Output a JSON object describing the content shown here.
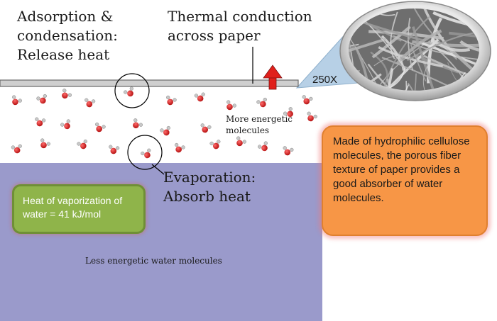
{
  "labels": {
    "adsorption": "Adsorption & condensation: Release heat",
    "thermal": "Thermal conduction across paper",
    "magnification": "250X",
    "more_energetic": "More energetic molecules",
    "evaporation": "Evaporation: Absorb heat",
    "less_energetic": "Less energetic water molecules"
  },
  "callouts": {
    "heat_of_vaporization": "Heat of vaporization of water = 41 kJ/mol",
    "paper_description": "Made of hydrophilic cellulose molecules, the porous fiber texture of paper provides a good absorber of water molecules."
  },
  "colors": {
    "water_region": "#9a9acb",
    "paper_layer": "#cfcfcf",
    "arrow": "#e0201b",
    "oxygen": "#d42020",
    "hydrogen": "#c8c8c8",
    "green_box": "#8fb44a",
    "orange_box": "#f79646",
    "magnifier_frame": "#b7d0e6"
  }
}
